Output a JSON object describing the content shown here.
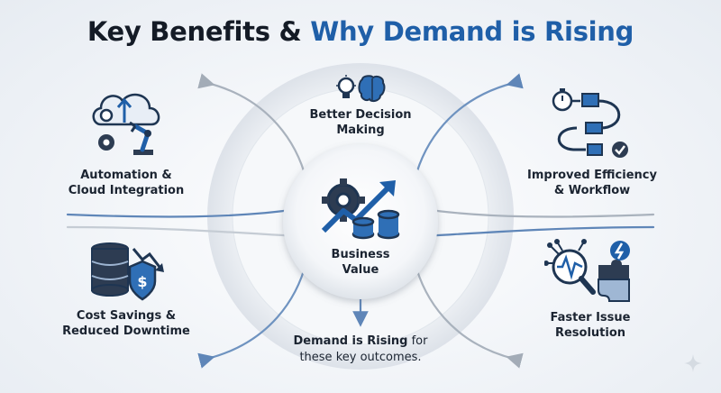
{
  "title": {
    "part1": "Key Benefits & ",
    "part2": "Why Demand is Rising"
  },
  "center": {
    "line1": "Business",
    "line2": "Value"
  },
  "benefits": [
    {
      "id": "better-decision",
      "line1": "Better Decision",
      "line2": "Making",
      "icon": "lightbulb-brain-icon"
    },
    {
      "id": "automation",
      "line1": "Automation &",
      "line2": "Cloud Integration",
      "icon": "cloud-robot-arm-icon"
    },
    {
      "id": "efficiency",
      "line1": "Improved Efficiency",
      "line2": "& Workflow",
      "icon": "workflow-icon"
    },
    {
      "id": "cost-savings",
      "line1": "Cost Savings &",
      "line2": "Reduced Downtime",
      "icon": "database-shield-icon"
    },
    {
      "id": "faster-issue",
      "line1": "Faster Issue",
      "line2": "Resolution",
      "icon": "magnifier-puzzle-icon"
    }
  ],
  "caption": {
    "bold": "Demand is Rising",
    "rest1": " for",
    "line2": "these key outcomes."
  },
  "colors": {
    "navy": "#1e3552",
    "blue": "#1f5fa8",
    "gray": "#8f99a6",
    "text": "#1b2431"
  }
}
